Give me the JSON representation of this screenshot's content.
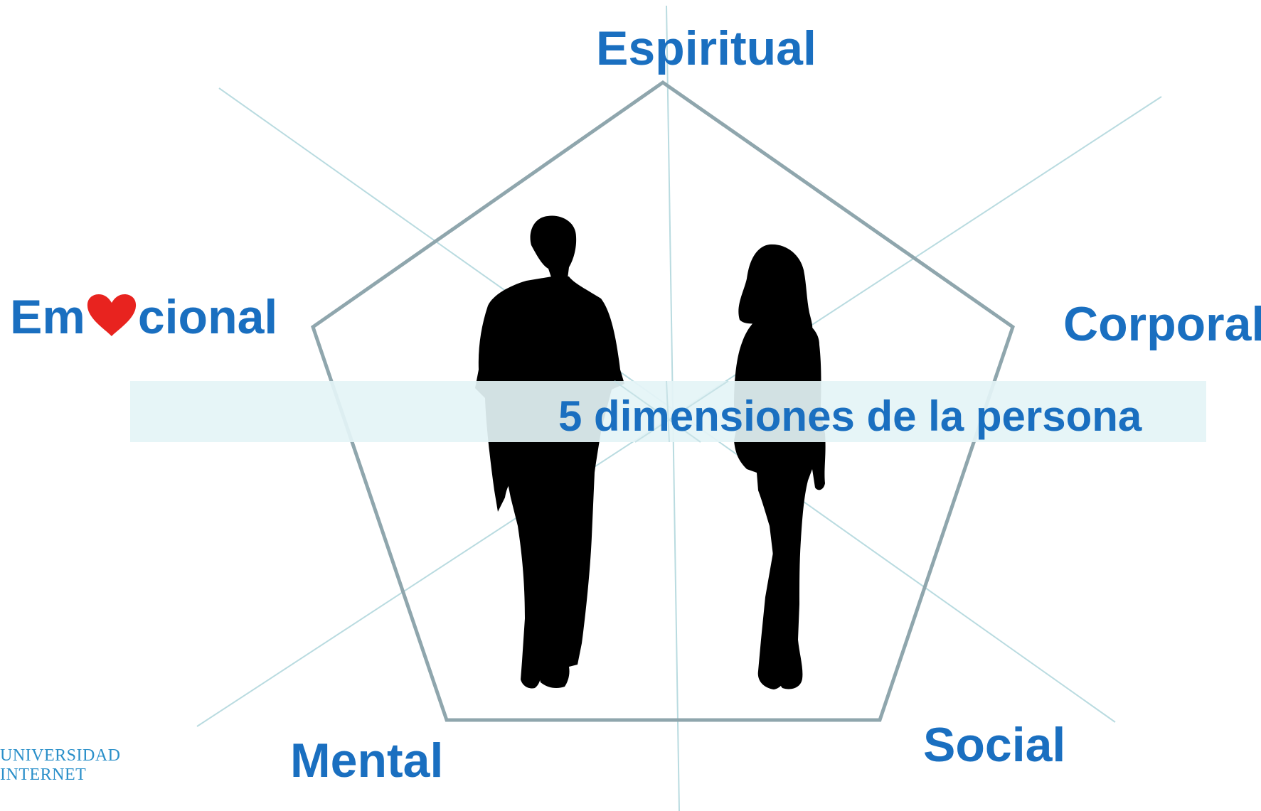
{
  "title": "5 dimensiones de la persona",
  "dimensions": {
    "top": "Espiritual",
    "right": "Corporal",
    "bottom_right": "Social",
    "bottom_left": "Mental",
    "left_prefix": "Em",
    "left_suffix": "cional"
  },
  "logo": {
    "line1": "UNIVERSIDAD",
    "line2": "INTERNET"
  },
  "colors": {
    "label": "#1a6fc0",
    "pentagon": "#8fa6ad",
    "spokes": "#b9dbe0",
    "banner": "#e4f4f6",
    "heart": "#e8231f",
    "silhouettes": "#000000",
    "logo": "#2a8fc9"
  },
  "icons": [
    "heart-icon",
    "man-silhouette",
    "woman-silhouette"
  ]
}
